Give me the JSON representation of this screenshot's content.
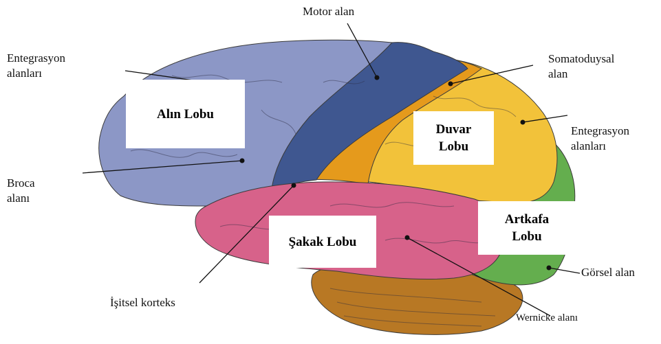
{
  "colors": {
    "frontal": "#8C97C6",
    "motor": "#3F5790",
    "somatosensory": "#E59A1C",
    "parietal": "#F2C23A",
    "temporal": "#D7628A",
    "occipital": "#64AE4E",
    "cerebellum": "#B87824",
    "leader": "#111111"
  },
  "lobes": {
    "frontal": "Alın Lobu",
    "parietal": "Duvar\nLobu",
    "temporal": "Şakak Lobu",
    "occipital": "Artkafa\nLobu"
  },
  "labels": {
    "motor": "Motor alan",
    "integration_front": "Entegrasyon\nalanları",
    "somatosensory": "Somatoduysal\nalan",
    "integration_back": "Entegrasyon\nalanları",
    "broca": "Broca\nalanı",
    "visual": "Görsel alan",
    "auditory": "İşitsel korteks",
    "wernicke": "Wernicke alanı"
  }
}
